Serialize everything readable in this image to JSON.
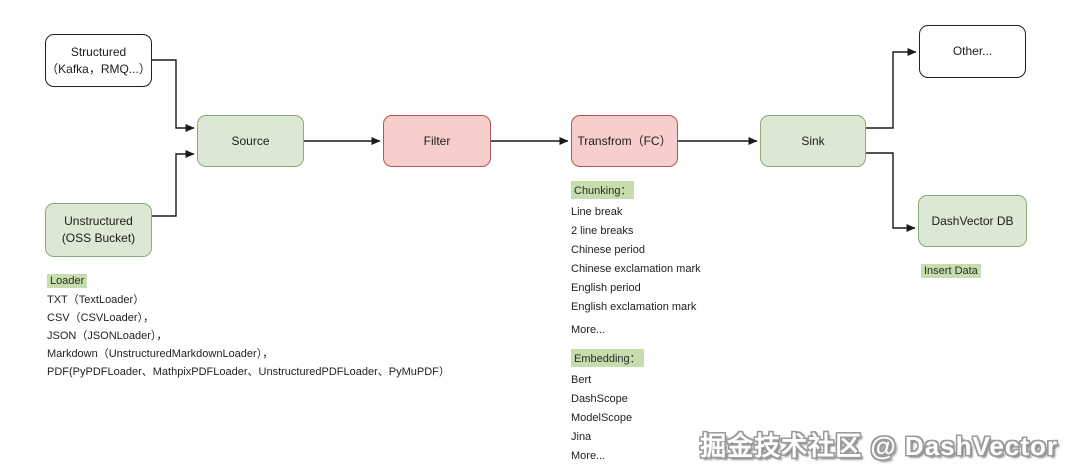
{
  "nodes": {
    "structured": {
      "line1": "Structured",
      "line2": "（Kafka，RMQ...）"
    },
    "unstructured": {
      "line1": "Unstructured",
      "line2": "(OSS Bucket)"
    },
    "source": {
      "label": "Source"
    },
    "filter": {
      "label": "Filter"
    },
    "transform": {
      "label": "Transfrom（FC）"
    },
    "sink": {
      "label": "Sink"
    },
    "other": {
      "label": "Other..."
    },
    "dashvector_db": {
      "label": "DashVector DB"
    }
  },
  "annotations": {
    "loader": {
      "title": "Loader",
      "items": [
        "TXT（TextLoader）",
        "CSV（CSVLoader），",
        "JSON（JSONLoader），",
        "Markdown（UnstructuredMarkdownLoader），",
        "PDF(PyPDFLoader、MathpixPDFLoader、UnstructuredPDFLoader、PyMuPDF）"
      ]
    },
    "chunking": {
      "title": "Chunking：",
      "items": [
        "Line break",
        "2 line breaks",
        "Chinese period",
        "Chinese exclamation mark",
        "English period",
        "English exclamation mark",
        "More..."
      ]
    },
    "embedding": {
      "title": "Embedding：",
      "items": [
        "Bert",
        "DashScope",
        "ModelScope",
        "Jina",
        "More..."
      ]
    },
    "insert_data": "Insert Data"
  },
  "watermark": "掘金技术社区 @ DashVector",
  "colors": {
    "node_green_fill": "#dce8d3",
    "node_green_border": "#8aa878",
    "node_pink_fill": "#f8cecc",
    "node_pink_border": "#b85450",
    "highlight_green": "#c6deae",
    "connector": "#1a1a1a"
  }
}
